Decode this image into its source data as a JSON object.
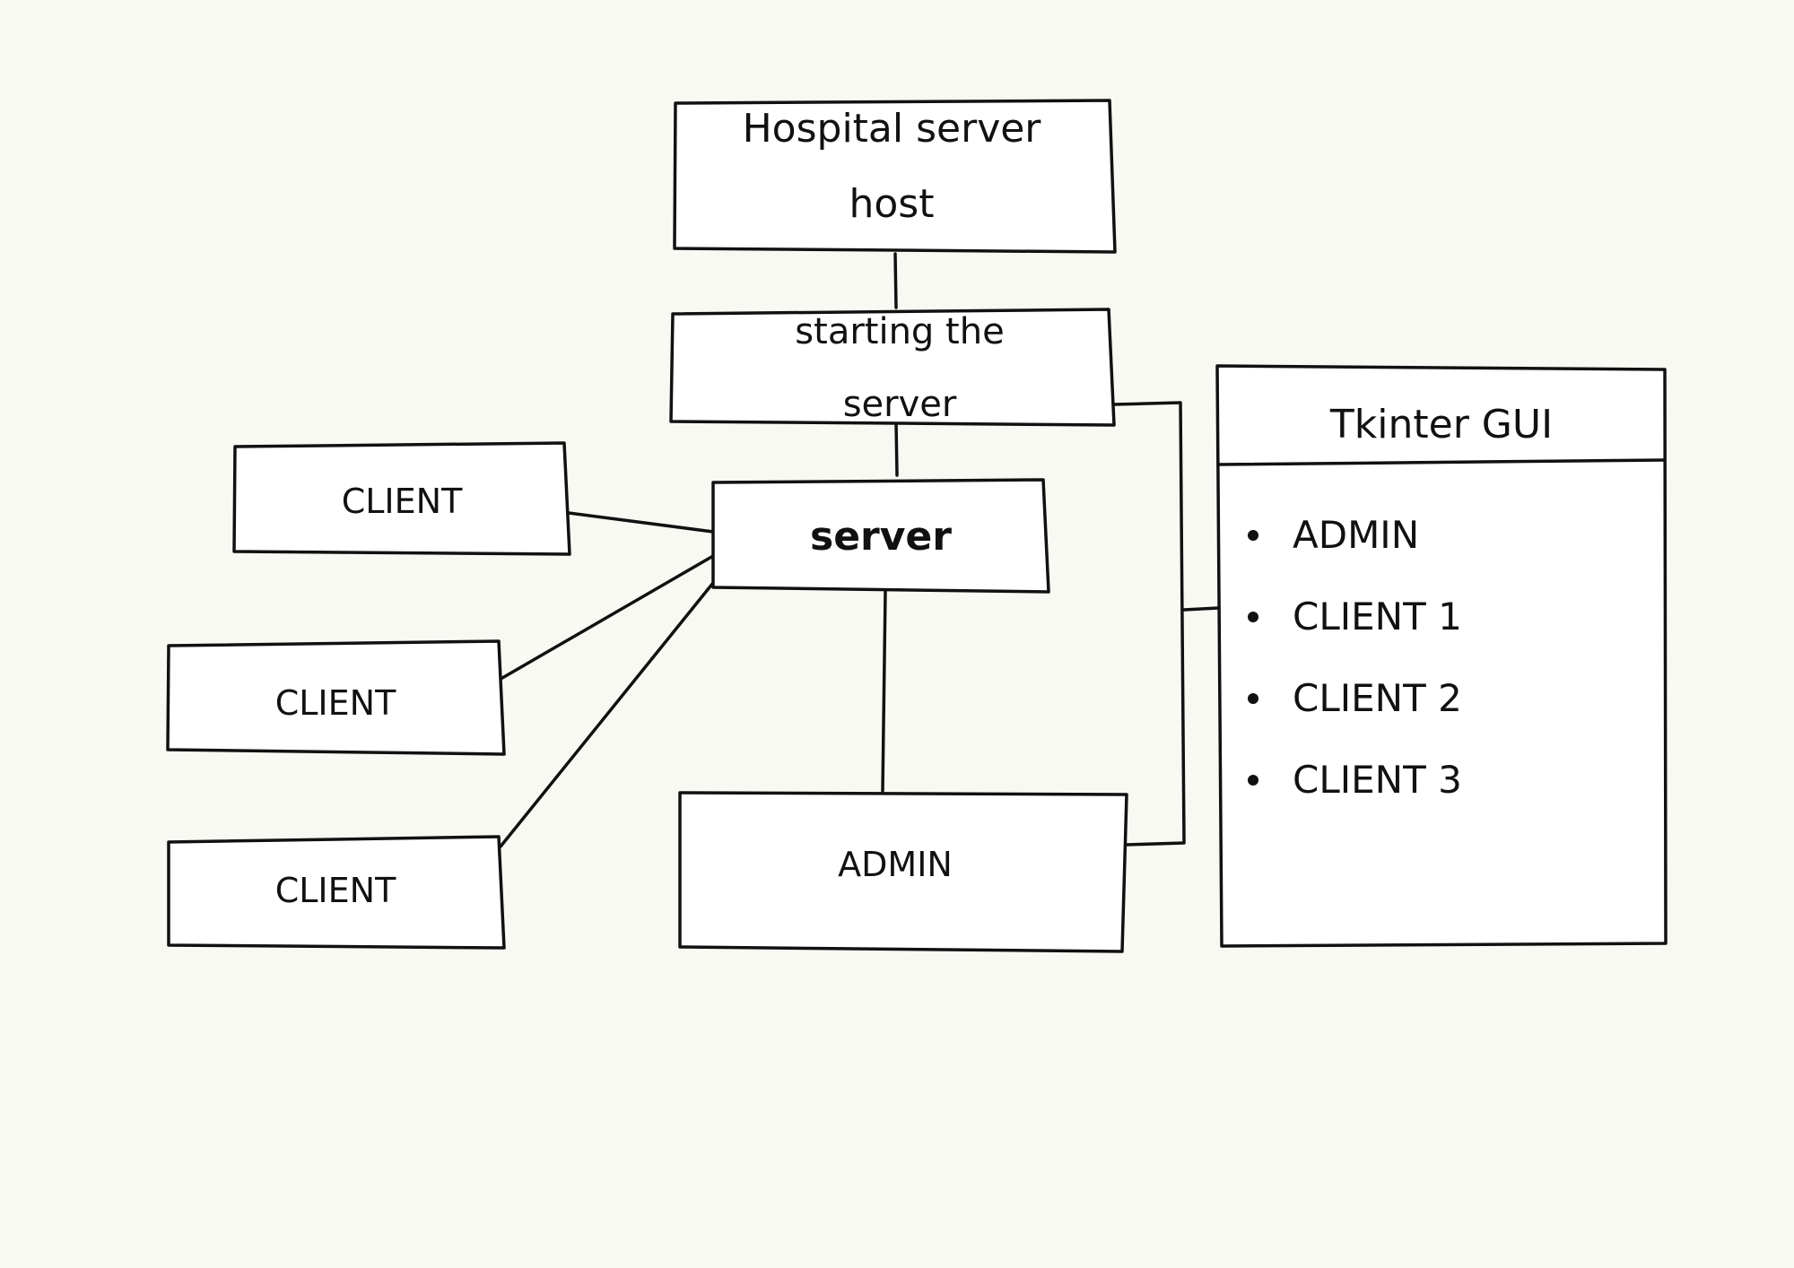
{
  "diagram": {
    "host": {
      "line1": "Hospital server",
      "line2": "host"
    },
    "starting": {
      "line1": "starting the",
      "line2": "server"
    },
    "server": {
      "label": "server"
    },
    "clients": [
      {
        "label": "CLIENT"
      },
      {
        "label": "CLIENT"
      },
      {
        "label": "CLIENT"
      }
    ],
    "admin": {
      "label": "ADMIN"
    },
    "gui": {
      "title": "Tkinter GUI",
      "items": [
        "ADMIN",
        "CLIENT 1",
        "CLIENT 2",
        "CLIENT 3"
      ]
    },
    "colors": {
      "background": "#f8f9f3",
      "stroke": "#111111",
      "box_fill": "#ffffff"
    }
  }
}
